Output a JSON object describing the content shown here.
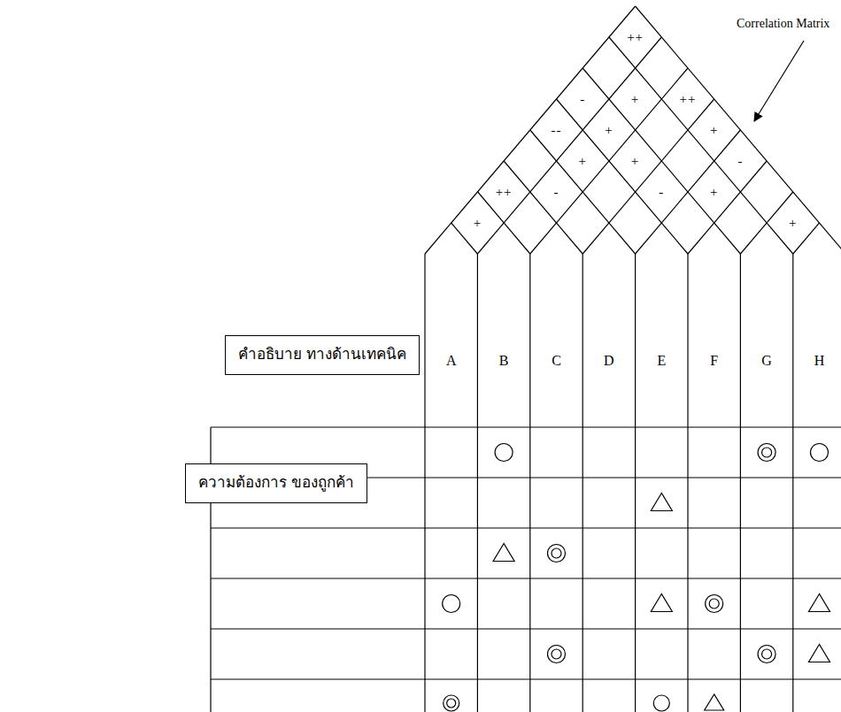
{
  "diagram": {
    "nodes": [
      {
        "text": [
          "คำอธิบาย ทางด้านเทคนิค"
        ]
      },
      {
        "text": [
          "ความต้องการ ของถูกค้า"
        ]
      }
    ],
    "labels": [
      "++",
      "Correlation Matrix",
      "-",
      "+",
      "++",
      "--",
      "+",
      "+",
      "+",
      "+",
      "-",
      "++",
      "-",
      "-",
      "+",
      "+",
      "+",
      "A",
      "B",
      "C",
      "D",
      "E",
      "F",
      "G",
      "H"
    ]
  }
}
